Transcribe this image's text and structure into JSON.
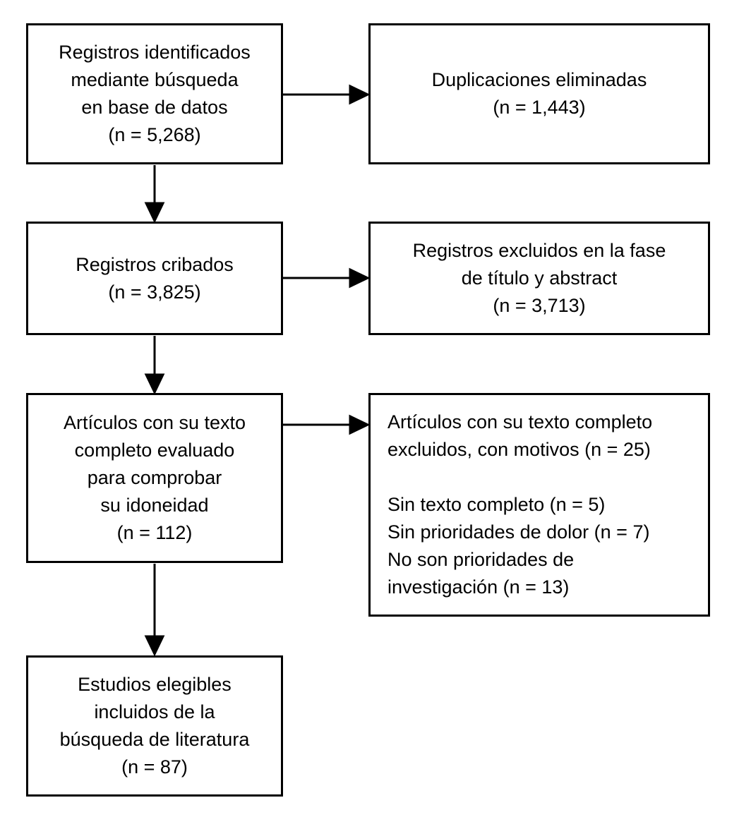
{
  "figure": {
    "type": "flow-diagram",
    "background_color": "#ffffff",
    "line_color": "#000000",
    "boxes": [
      {
        "id": "records-identified",
        "lines": [
          "Registros identificados",
          "mediante búsqueda",
          "en base de datos",
          "(n = 5,268)"
        ],
        "n": 5268
      },
      {
        "id": "duplicates-removed",
        "lines": [
          "Duplicaciones eliminadas",
          "(n = 1,443)"
        ],
        "n": 1443
      },
      {
        "id": "records-screened",
        "lines": [
          "Registros cribados",
          "(n = 3,825)"
        ],
        "n": 3825
      },
      {
        "id": "records-excluded-title-abstract",
        "lines": [
          "Registros excluidos en la fase",
          "de título y abstract",
          "(n = 3,713)"
        ],
        "n": 3713
      },
      {
        "id": "fulltext-assessed",
        "lines": [
          "Artículos con su texto",
          "completo evaluado",
          "para comprobar",
          "su idoneidad",
          "(n = 112)"
        ],
        "n": 112
      },
      {
        "id": "fulltext-excluded-with-reasons",
        "lines": [
          "Artículos con su texto completo",
          "excluidos, con motivos (n = 25)",
          "",
          "Sin texto completo (n = 5)",
          "Sin prioridades de dolor (n = 7)",
          "No son prioridades de",
          "investigación (n = 13)"
        ],
        "n": 25
      },
      {
        "id": "studies-included",
        "lines": [
          "Estudios elegibles",
          "incluidos de la",
          "búsqueda de literatura",
          "(n = 87)"
        ],
        "n": 87
      }
    ]
  }
}
